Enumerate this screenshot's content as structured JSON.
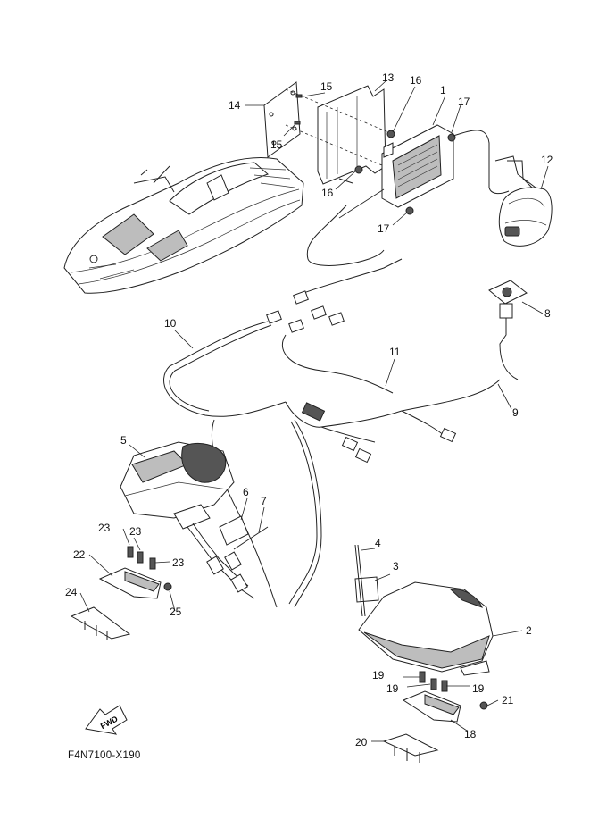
{
  "diagram_code": "F4N7100-X190",
  "fwd_label": "FWD",
  "callouts": [
    {
      "id": "c1",
      "text": "1"
    },
    {
      "id": "c2",
      "text": "2"
    },
    {
      "id": "c3",
      "text": "3"
    },
    {
      "id": "c4",
      "text": "4"
    },
    {
      "id": "c5",
      "text": "5"
    },
    {
      "id": "c6",
      "text": "6"
    },
    {
      "id": "c7",
      "text": "7"
    },
    {
      "id": "c8",
      "text": "8"
    },
    {
      "id": "c9",
      "text": "9"
    },
    {
      "id": "c10",
      "text": "10"
    },
    {
      "id": "c11",
      "text": "11"
    },
    {
      "id": "c12",
      "text": "12"
    },
    {
      "id": "c13",
      "text": "13"
    },
    {
      "id": "c14",
      "text": "14"
    },
    {
      "id": "c15a",
      "text": "15"
    },
    {
      "id": "c15b",
      "text": "15"
    },
    {
      "id": "c16a",
      "text": "16"
    },
    {
      "id": "c16b",
      "text": "16"
    },
    {
      "id": "c17a",
      "text": "17"
    },
    {
      "id": "c17b",
      "text": "17"
    },
    {
      "id": "c18",
      "text": "18"
    },
    {
      "id": "c19a",
      "text": "19"
    },
    {
      "id": "c19b",
      "text": "19"
    },
    {
      "id": "c19c",
      "text": "19"
    },
    {
      "id": "c20",
      "text": "20"
    },
    {
      "id": "c21",
      "text": "21"
    },
    {
      "id": "c22",
      "text": "22"
    },
    {
      "id": "c23a",
      "text": "23"
    },
    {
      "id": "c23b",
      "text": "23"
    },
    {
      "id": "c23c",
      "text": "23"
    },
    {
      "id": "c24",
      "text": "24"
    },
    {
      "id": "c25",
      "text": "25"
    }
  ]
}
